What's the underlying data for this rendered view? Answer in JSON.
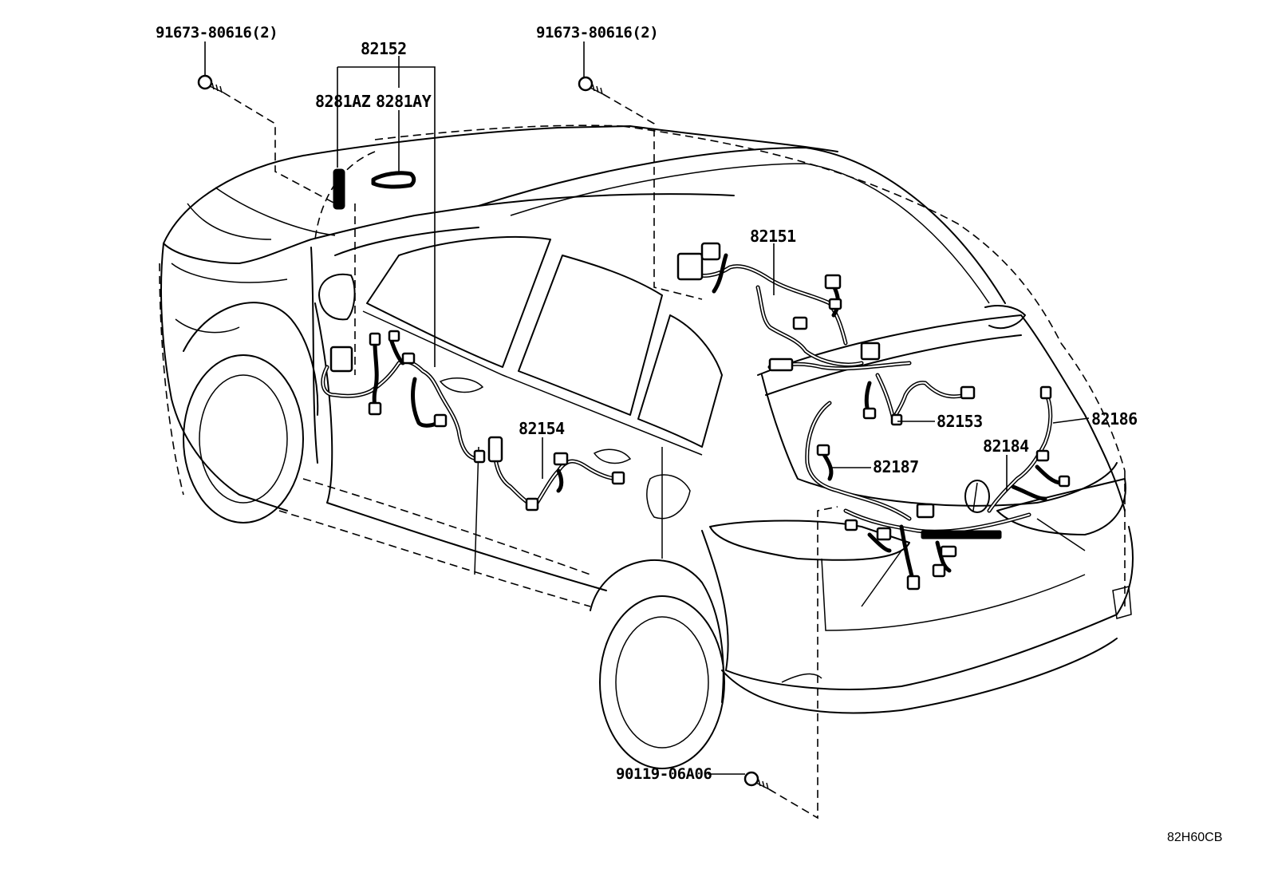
{
  "diagram": {
    "part_labels": {
      "bolt_left": "91673-80616(2)",
      "bolt_center": "91673-80616(2)",
      "harness_82152": "82152",
      "sub_8281AZ": "8281AZ",
      "sub_8281AY": "8281AY",
      "harness_82151": "82151",
      "harness_82153": "82153",
      "harness_82186": "82186",
      "harness_82184": "82184",
      "harness_82187": "82187",
      "harness_82154": "82154",
      "bolt_bottom": "90119-06A06"
    },
    "illustration_code": "82H60CB"
  }
}
